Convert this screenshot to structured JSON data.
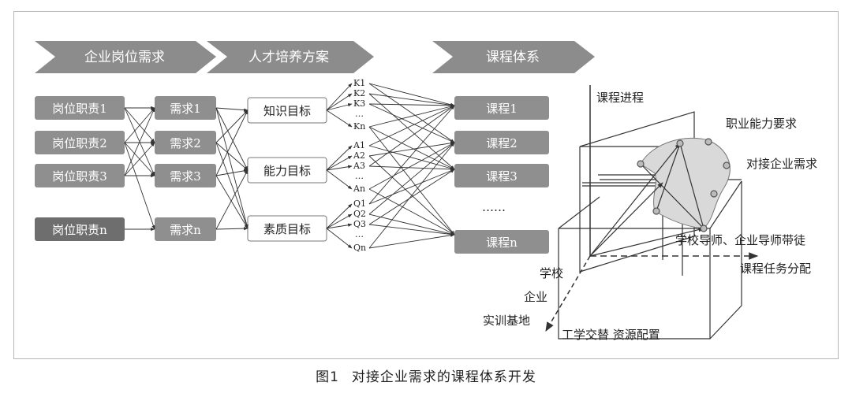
{
  "header_arrows": [
    "企业岗位需求",
    "人才培养方案",
    "课程体系"
  ],
  "duties": [
    "岗位职责1",
    "岗位职责2",
    "岗位职责3",
    "岗位职责n"
  ],
  "demands": [
    "需求1",
    "需求2",
    "需求3",
    "需求n"
  ],
  "goals": [
    "知识目标",
    "能力目标",
    "素质目标"
  ],
  "items": {
    "knowledge": [
      "K1",
      "K2",
      "K3",
      "…",
      "Kn"
    ],
    "ability": [
      "A1",
      "A2",
      "A3",
      "…",
      "An"
    ],
    "quality": [
      "Q1",
      "Q2",
      "Q3",
      "…",
      "Qn"
    ]
  },
  "courses": [
    "课程1",
    "课程2",
    "课程3",
    "……",
    "课程n"
  ],
  "cube_labels": {
    "z_axis": "课程进程",
    "top_right": "职业能力要求",
    "right": "对接企业需求",
    "mentor": "学校导师、企业导师带徒",
    "x_axis": "课程任务分配",
    "school": "学校",
    "enterprise": "企业",
    "base": "实训基地",
    "bottom": "工学交替 资源配置"
  },
  "colors": {
    "header_arrow": "#8c8c8c",
    "box": "#8f8f8f",
    "box_dark": "#6e6e6e",
    "blob": "#d9d9d9"
  },
  "caption": {
    "number": "图1",
    "title": "对接企业需求的课程体系开发"
  }
}
